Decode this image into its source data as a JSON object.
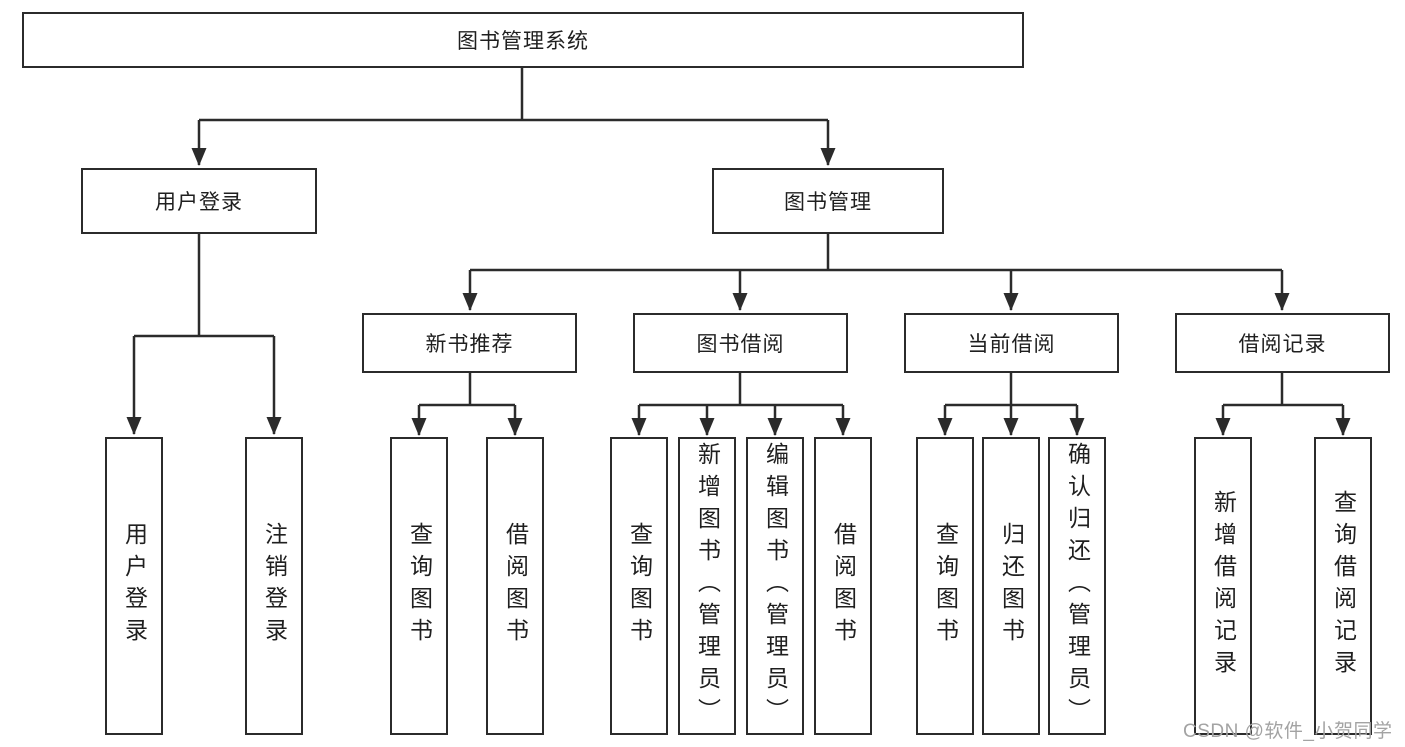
{
  "diagram_title": "图书管理系统",
  "colors": {
    "line": "#2b2b2b",
    "text": "#1f1f1f",
    "watermark": "#a3a3a3",
    "background": "#ffffff"
  },
  "tree": {
    "root": {
      "label": "图书管理系统"
    },
    "branches": [
      {
        "label": "用户登录",
        "children": [
          {
            "label": "用户登录"
          },
          {
            "label": "注销登录"
          }
        ]
      },
      {
        "label": "图书管理",
        "children": [
          {
            "label": "新书推荐",
            "children": [
              {
                "label": "查询图书"
              },
              {
                "label": "借阅图书"
              }
            ]
          },
          {
            "label": "图书借阅",
            "children": [
              {
                "label": "查询图书"
              },
              {
                "label": "新增图书（管理员）"
              },
              {
                "label": "编辑图书（管理员）"
              },
              {
                "label": "借阅图书"
              }
            ]
          },
          {
            "label": "当前借阅",
            "children": [
              {
                "label": "查询图书"
              },
              {
                "label": "归还图书"
              },
              {
                "label": "确认归还（管理员）"
              }
            ]
          },
          {
            "label": "借阅记录",
            "children": [
              {
                "label": "新增借阅记录"
              },
              {
                "label": "查询借阅记录"
              }
            ]
          }
        ]
      }
    ]
  },
  "watermark": {
    "text": "CSDN @软件_小贺同学"
  }
}
